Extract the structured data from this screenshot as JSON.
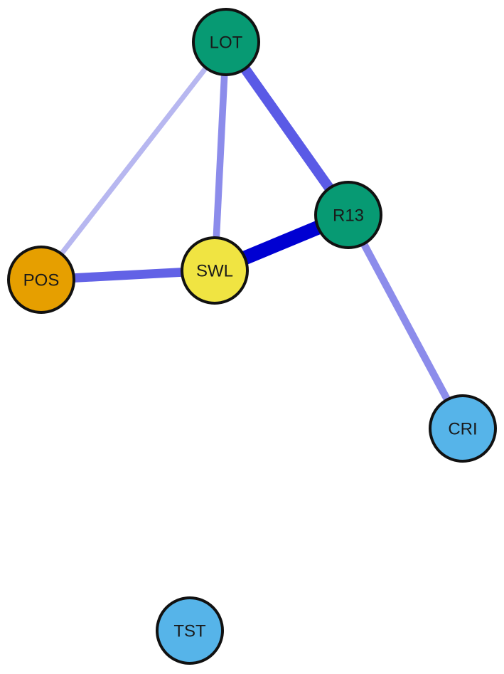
{
  "nodes": [
    {
      "id": "LOT",
      "label": "LOT",
      "color": "#079A73"
    },
    {
      "id": "R13",
      "label": "R13",
      "color": "#079A73"
    },
    {
      "id": "SWL",
      "label": "SWL",
      "color": "#F0E442"
    },
    {
      "id": "POS",
      "label": "POS",
      "color": "#E69F00"
    },
    {
      "id": "CRI",
      "label": "CRI",
      "color": "#56B4E9"
    },
    {
      "id": "TST",
      "label": "TST",
      "color": "#56B4E9"
    }
  ],
  "edges": [
    {
      "from": "LOT",
      "to": "POS",
      "weight": 0.2,
      "color": "#b7b7f0"
    },
    {
      "from": "LOT",
      "to": "SWL",
      "weight": 0.35,
      "color": "#8c8ceb"
    },
    {
      "from": "LOT",
      "to": "R13",
      "weight": 0.65,
      "color": "#5a5ae6"
    },
    {
      "from": "R13",
      "to": "CRI",
      "weight": 0.4,
      "color": "#8c8ceb"
    },
    {
      "from": "POS",
      "to": "SWL",
      "weight": 0.55,
      "color": "#6262e6"
    },
    {
      "from": "SWL",
      "to": "R13",
      "weight": 1.0,
      "color": "#0000d2"
    }
  ]
}
